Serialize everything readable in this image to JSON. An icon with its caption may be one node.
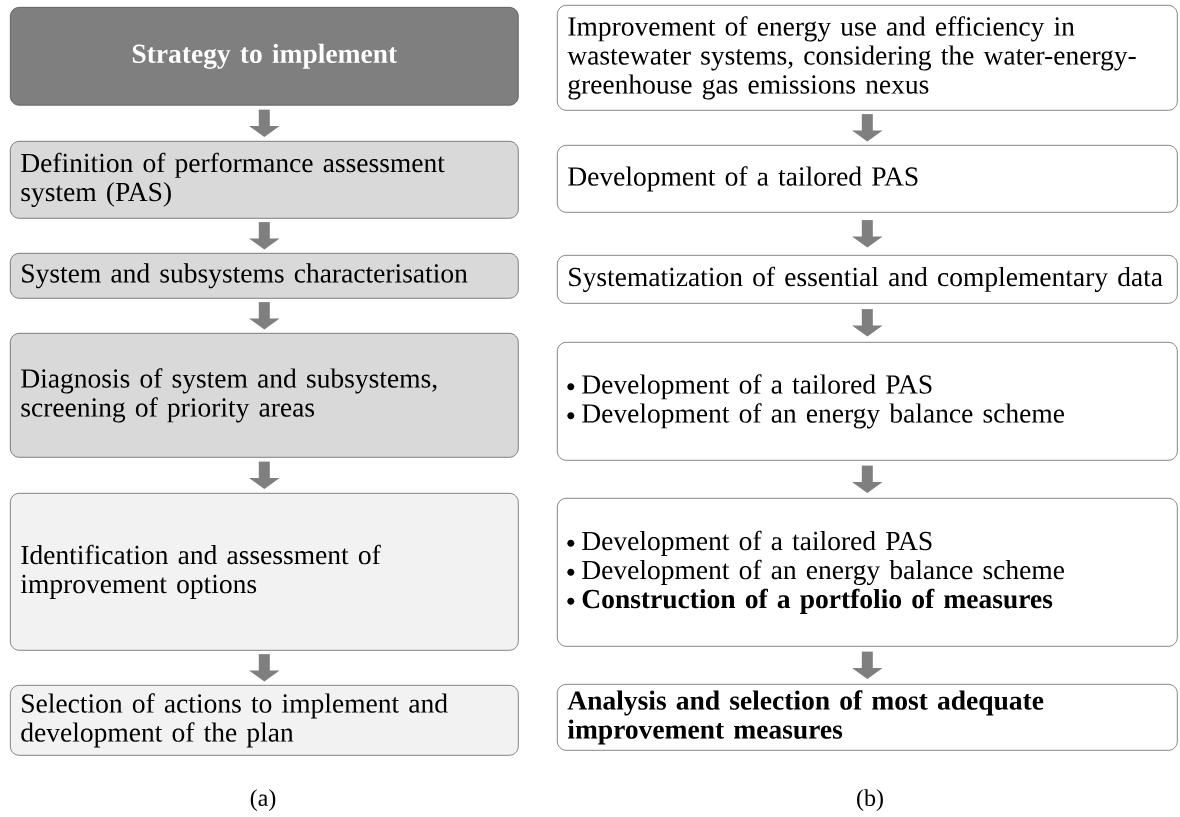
{
  "diagram": {
    "nodes": [
      {
        "text": [
          "Strategy to implement"
        ]
      },
      {
        "text": [
          "Definition of performance assessment system (PAS)"
        ]
      },
      {
        "text": [
          "System and subsystems characterisation"
        ]
      },
      {
        "text": [
          "Diagnosis of system and subsystems, screening of priority areas"
        ]
      },
      {
        "text": [
          "Identification and assessment of improvement options"
        ]
      },
      {
        "text": [
          "Selection of actions to implement and development of the plan"
        ]
      },
      {
        "text": [
          "Improvement of energy use and efficiency in wastewater systems, considering the water-energy-greenhouse gas emissions nexus"
        ]
      },
      {
        "text": [
          "Development of a tailored PAS"
        ]
      },
      {
        "text": [
          "Systematization of essential and complementary data"
        ]
      },
      {
        "text": [
          "Development of a tailored PAS",
          "Development of an energy balance scheme"
        ]
      },
      {
        "text": [
          "Development of a tailored PAS",
          "Development of an energy balance scheme",
          "Construction of a portfolio of measures"
        ]
      },
      {
        "text": [
          "Analysis and selection of most adequate improvement measures"
        ]
      }
    ],
    "edges": [
      {
        "from": 0,
        "to": 1,
        "arrow": "to"
      },
      {
        "from": 1,
        "to": 2,
        "arrow": "to"
      },
      {
        "from": 2,
        "to": 3,
        "arrow": "to"
      },
      {
        "from": 3,
        "to": 4,
        "arrow": "to"
      },
      {
        "from": 4,
        "to": 5,
        "arrow": "to"
      },
      {
        "from": 6,
        "to": 7,
        "arrow": "to"
      },
      {
        "from": 7,
        "to": 8,
        "arrow": "to"
      },
      {
        "from": 8,
        "to": 9,
        "arrow": "to"
      },
      {
        "from": 9,
        "to": 10,
        "arrow": "to"
      },
      {
        "from": 10,
        "to": 11,
        "arrow": "to"
      }
    ],
    "labels": [
      "(a)",
      "(b)"
    ]
  }
}
